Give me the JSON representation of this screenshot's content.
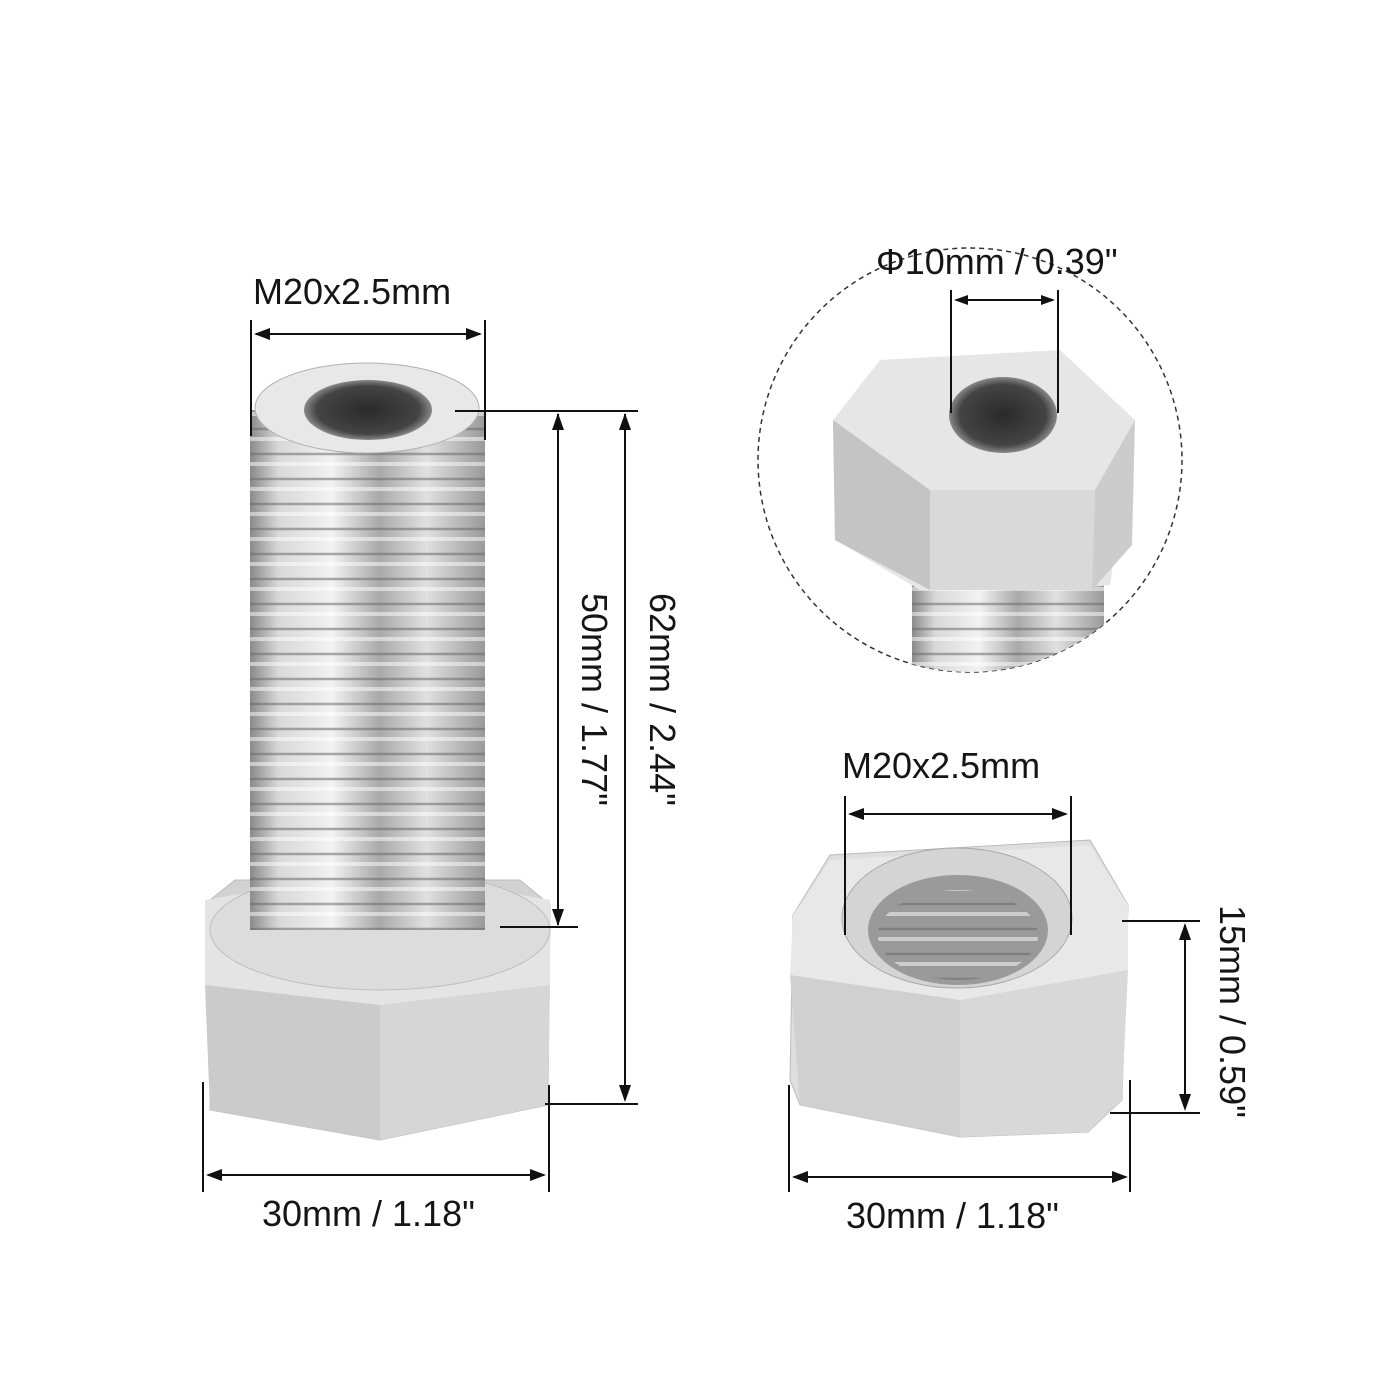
{
  "figure": {
    "background": "#ffffff",
    "line_color": "#111111",
    "metal_light": "#e6e6e6",
    "metal_mid": "#bdbdbd",
    "metal_dark": "#5a5a5a"
  },
  "bolt": {
    "thread_label": "M20x2.5mm",
    "thread_length_label": "50mm / 1.77\"",
    "total_length_label": "62mm / 2.44\"",
    "head_width_label": "30mm / 1.18\""
  },
  "detail_view": {
    "hole_diameter_label": "Φ10mm / 0.39\""
  },
  "nut": {
    "thread_label": "M20x2.5mm",
    "height_label": "15mm / 0.59\"",
    "width_label": "30mm / 1.18\""
  }
}
